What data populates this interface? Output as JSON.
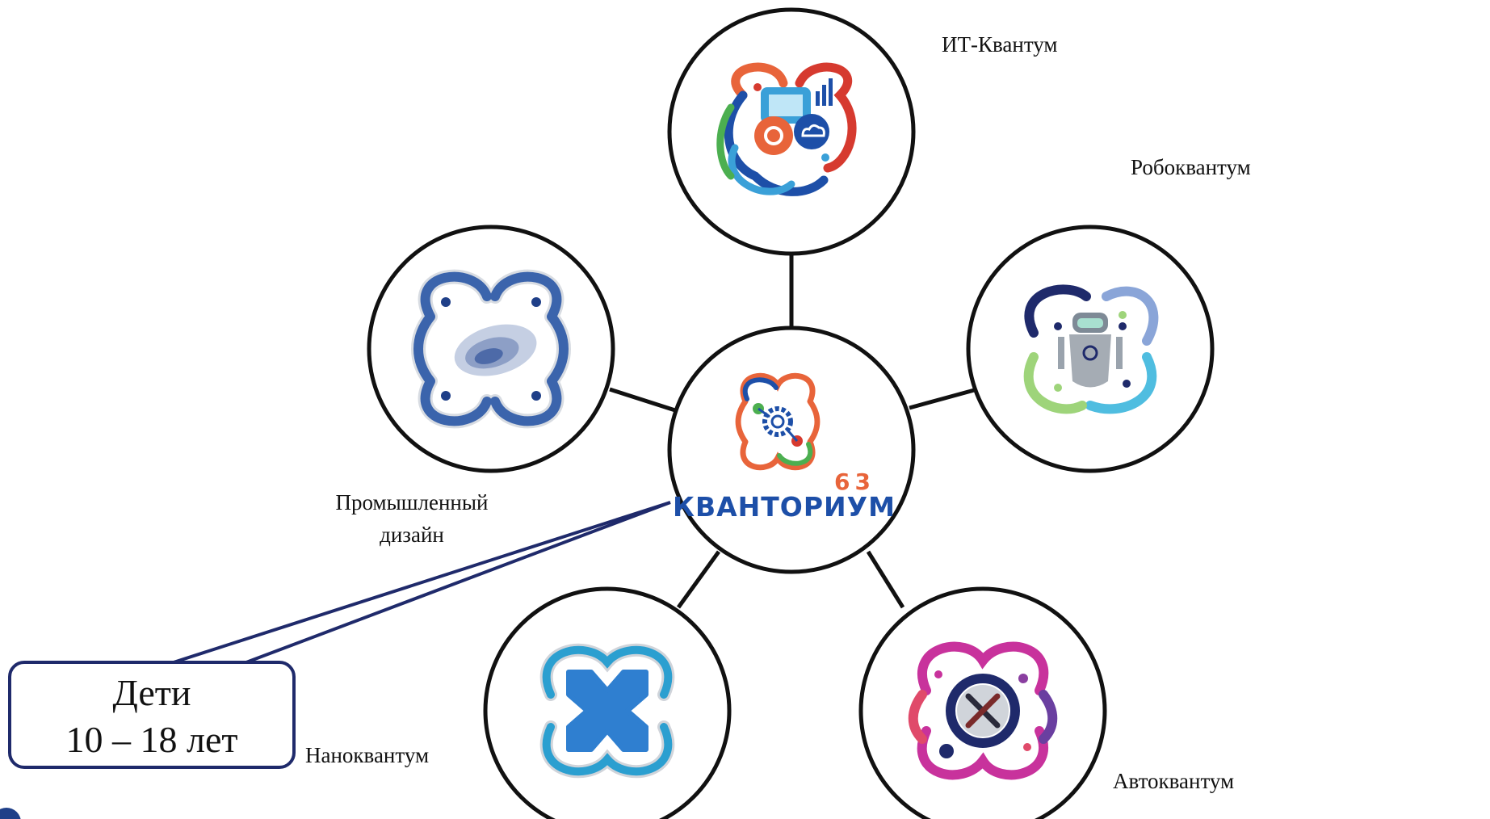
{
  "center": {
    "brand_number": "63",
    "brand_name": "КВАНТОРИУМ"
  },
  "nodes": [
    {
      "id": "it",
      "label": "ИТ-Квантум",
      "icon": "it-kvantum-logo"
    },
    {
      "id": "robo",
      "label": "Робоквантум",
      "icon": "robo-kvantum-logo"
    },
    {
      "id": "auto",
      "label": "Автоквантум",
      "icon": "auto-kvantum-logo"
    },
    {
      "id": "nano",
      "label": "Наноквантум",
      "icon": "nano-kvantum-logo"
    },
    {
      "id": "design",
      "label_line1": "Промышленный",
      "label_line2": "дизайн",
      "icon": "industrial-design-logo"
    }
  ],
  "callout": {
    "line1": "Дети",
    "line2": "10 – 18 лет",
    "border_color": "#1f2a6b"
  },
  "colors": {
    "circle_stroke": "#111111",
    "connector": "#111111",
    "brand_orange": "#e8643a",
    "brand_blue": "#1d4fa8"
  }
}
